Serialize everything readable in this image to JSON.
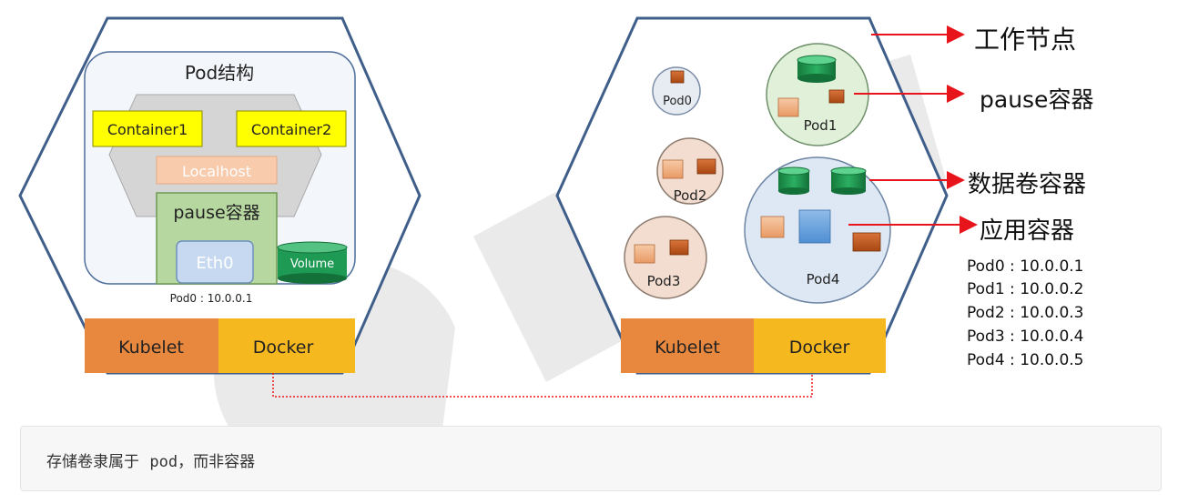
{
  "left": {
    "title": "Pod结构",
    "container1": "Container1",
    "container2": "Container2",
    "localhost": "Localhost",
    "pause": "pause容器",
    "eth0": "Eth0",
    "volume": "Volume",
    "pod_ip": "Pod0 : 10.0.0.1",
    "kubelet": "Kubelet",
    "docker": "Docker"
  },
  "right": {
    "pods": [
      "Pod0",
      "Pod1",
      "Pod2",
      "Pod3",
      "Pod4"
    ],
    "kubelet": "Kubelet",
    "docker": "Docker"
  },
  "annotations": {
    "node": "工作节点",
    "pause": "pause容器",
    "data_volume": "数据卷容器",
    "app_container": "应用容器"
  },
  "ip_list": [
    "Pod0 : 10.0.0.1",
    "Pod1 : 10.0.0.2",
    "Pod2 : 10.0.0.3",
    "Pod3 : 10.0.0.4",
    "Pod4 : 10.0.0.5"
  ],
  "note": {
    "prefix": "存储卷隶属于 ",
    "code": "pod",
    "suffix": "，而非容器"
  },
  "colors": {
    "hex_stroke": "#3f5f8a",
    "kubelet": "#e8883e",
    "docker": "#f5b81e",
    "container_yellow": "#ffff00",
    "pause_green": "#b7d7a0",
    "eth_blue": "#c6d9f1",
    "volume_green": "#1e9a54",
    "arrow_red": "#e8141b"
  }
}
